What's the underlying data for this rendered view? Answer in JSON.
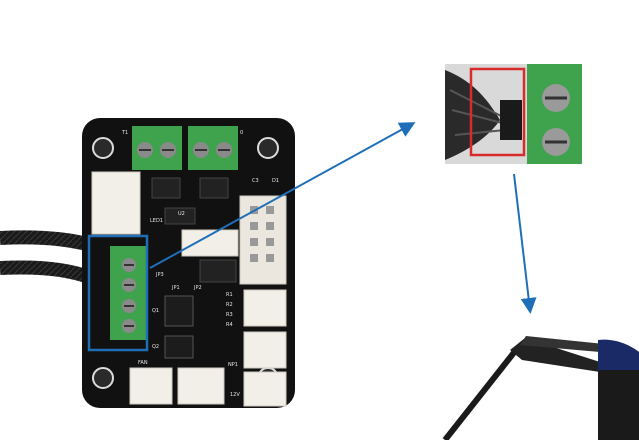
{
  "board": {
    "labels": {
      "t1": "T1",
      "t0": "0",
      "d1": "D1",
      "u2": "U2",
      "led1": "LED1",
      "c3": "C3",
      "jp1": "JP1",
      "jp2": "JP2",
      "jp3": "JP3",
      "r1": "R1",
      "r2": "R2",
      "r3": "R3",
      "r4": "R4",
      "q1": "Q1",
      "q2": "Q2",
      "fan": "FAN",
      "v12": "12V",
      "np": "NP1"
    }
  },
  "colors": {
    "board": "#111111",
    "terminal_green": "#3fa34d",
    "highlight_blue": "#1f6fb8",
    "highlight_red": "#d92b2b",
    "arrow": "#1f6fb8"
  }
}
